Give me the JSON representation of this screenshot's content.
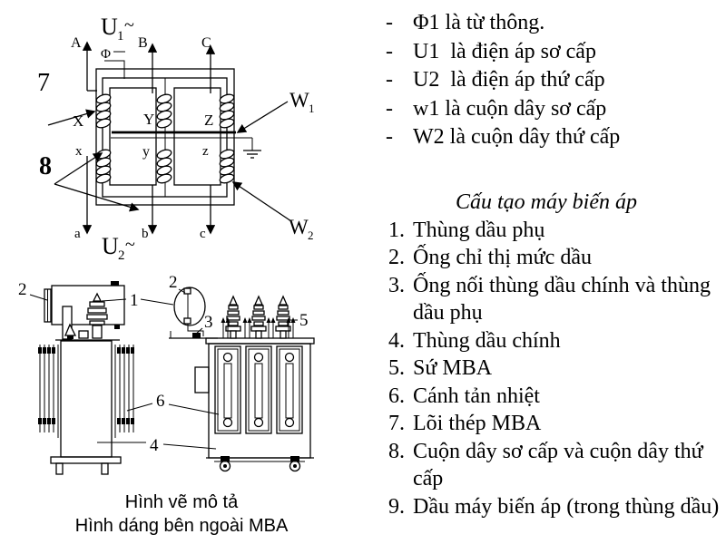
{
  "colors": {
    "ink": "#000000",
    "paper": "#ffffff"
  },
  "schematic": {
    "u1": {
      "letter": "U",
      "sub": "1",
      "tilde": "~"
    },
    "u2": {
      "letter": "U",
      "sub": "2",
      "tilde": "~"
    },
    "flux": "Φ",
    "term_A": "A",
    "term_B": "B",
    "term_C": "C",
    "term_a": "a",
    "term_b": "b",
    "term_c": "c",
    "wind_X": "X",
    "wind_Y": "Y",
    "wind_Z": "Z",
    "wind_x": "x",
    "wind_y": "y",
    "wind_z": "z",
    "callout_core": "7",
    "callout_windings": "8",
    "w1": {
      "letter": "W",
      "sub": "1"
    },
    "w2": {
      "letter": "W",
      "sub": "2"
    }
  },
  "external_view": {
    "callout_1": "1",
    "callout_2_left": "2",
    "callout_2_right": "2",
    "callout_3": "3",
    "callout_4": "4",
    "callout_5": "5",
    "callout_6": "6",
    "caption_line1": "Hình vẽ mô tả",
    "caption_line2": "Hình dáng bên ngoài MBA"
  },
  "legend": {
    "items": [
      {
        "marker": "-",
        "text": "Φ1 là từ thông."
      },
      {
        "marker": "-",
        "text": "U1  là điện áp sơ cấp"
      },
      {
        "marker": "-",
        "text": "U2  là điện áp thứ cấp"
      },
      {
        "marker": "-",
        "text": "w1 là cuộn dây sơ cấp"
      },
      {
        "marker": "-",
        "text": "W2 là cuộn dây thứ cấp"
      }
    ]
  },
  "structure_list": {
    "heading": "Cấu tạo máy biến áp",
    "items": [
      {
        "num": "1.",
        "text": "Thùng dầu phụ"
      },
      {
        "num": "2.",
        "text": "Ống chỉ thị mức dầu"
      },
      {
        "num": "3.",
        "text": "Ống nối thùng dầu chính và thùng dầu phụ"
      },
      {
        "num": "4.",
        "text": "Thùng dầu chính"
      },
      {
        "num": "5.",
        "text": "Sứ MBA"
      },
      {
        "num": "6.",
        "text": "Cánh tản nhiệt"
      },
      {
        "num": "7.",
        "text": "Lõi thép MBA"
      },
      {
        "num": "8.",
        "text": "Cuộn dây sơ cấp và cuộn dây thứ cấp"
      },
      {
        "num": "9.",
        "text": "Dầu máy biến áp (trong thùng dầu)"
      }
    ]
  }
}
